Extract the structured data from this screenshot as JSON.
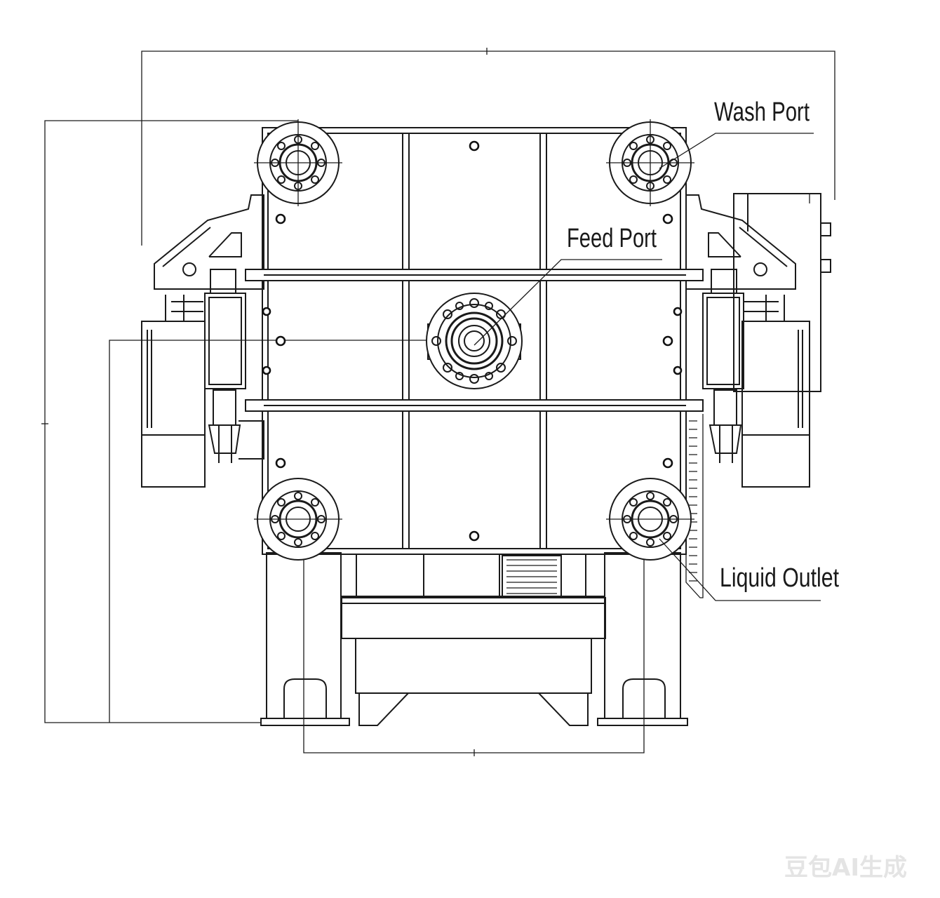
{
  "labels": {
    "wash_port": "Wash Port",
    "feed_port": "Feed Port",
    "liquid_outlet": "Liquid Outlet"
  },
  "watermark": "豆包AI生成",
  "colors": {
    "line": "#1a1a1a",
    "background": "#ffffff",
    "watermark": "#e4e4e4"
  }
}
